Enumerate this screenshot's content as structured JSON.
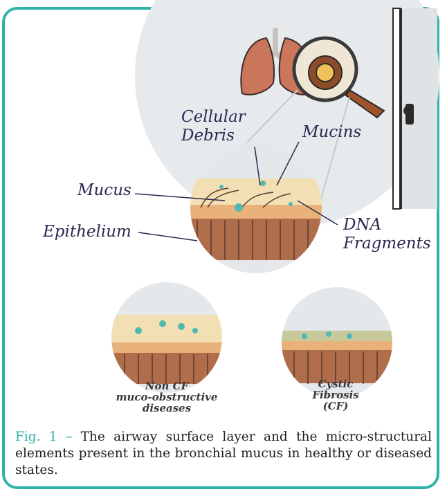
{
  "labels": {
    "cellular_debris": "Cellular\nDebris",
    "mucins": "Mucins",
    "mucus": "Mucus",
    "epithelium": "Epithelium",
    "dna_fragments": "DNA\nFragments"
  },
  "panels": {
    "non_cf": "Non CF\nmuco-obstructive\ndiseases",
    "cf": "Cystic\nFibrosis\n(CF)"
  },
  "caption": {
    "fig": "Fig. 1 –",
    "text": "The airway surface layer and the micro-structural elements present in the bronchial mucus in healthy or diseased states."
  },
  "colors": {
    "frame": "#2fb3a8",
    "label": "#2a2950",
    "mucus": "#f3dfb4",
    "epithelium": "#b06d4c",
    "circle_bg": "#e8ebee"
  }
}
